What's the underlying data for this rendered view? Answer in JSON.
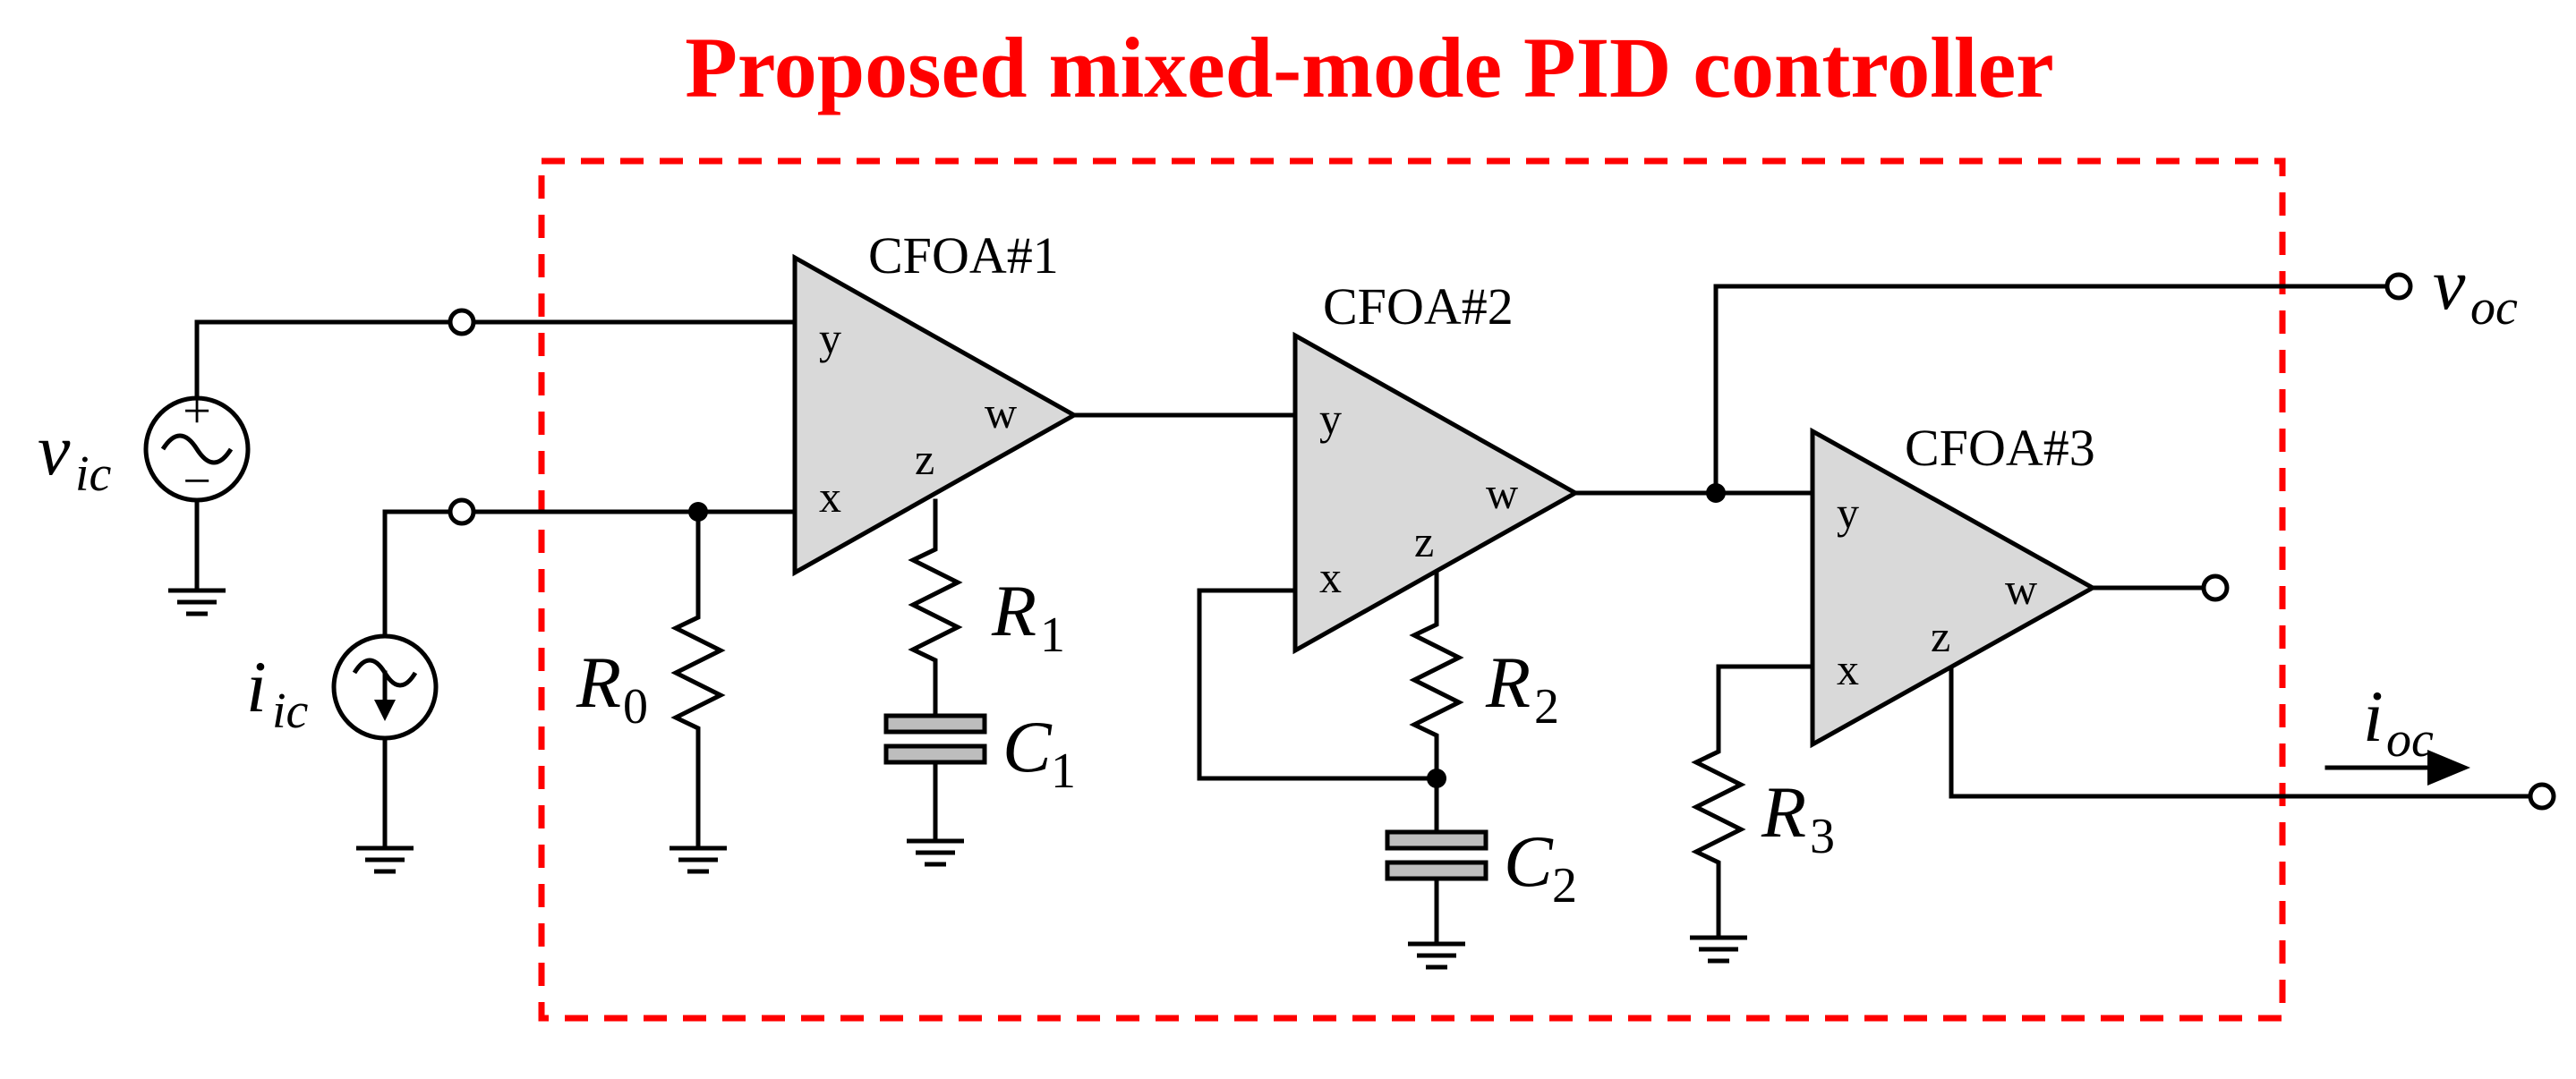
{
  "title": "Proposed mixed-mode PID controller",
  "colors": {
    "accent": "#ff0000",
    "amp_fill": "#d9d9d9",
    "capacitor_fill": "#bdbdbd"
  },
  "amplifiers": [
    {
      "label": "CFOA#1",
      "pins": {
        "y": "y",
        "x": "x",
        "z": "z",
        "w": "w"
      }
    },
    {
      "label": "CFOA#2",
      "pins": {
        "y": "y",
        "x": "x",
        "z": "z",
        "w": "w"
      }
    },
    {
      "label": "CFOA#3",
      "pins": {
        "y": "y",
        "x": "x",
        "z": "z",
        "w": "w"
      }
    }
  ],
  "components": {
    "R0": {
      "symbol": "R",
      "sub": "0"
    },
    "R1": {
      "symbol": "R",
      "sub": "1"
    },
    "R2": {
      "symbol": "R",
      "sub": "2"
    },
    "R3": {
      "symbol": "R",
      "sub": "3"
    },
    "C1": {
      "symbol": "C",
      "sub": "1"
    },
    "C2": {
      "symbol": "C",
      "sub": "2"
    }
  },
  "signals": {
    "vic": {
      "symbol": "v",
      "sub": "ic"
    },
    "iic": {
      "symbol": "i",
      "sub": "ic"
    },
    "voc": {
      "symbol": "v",
      "sub": "oc"
    },
    "ioc": {
      "symbol": "i",
      "sub": "oc"
    }
  },
  "source_marks": {
    "plus": "+",
    "minus": "−"
  }
}
